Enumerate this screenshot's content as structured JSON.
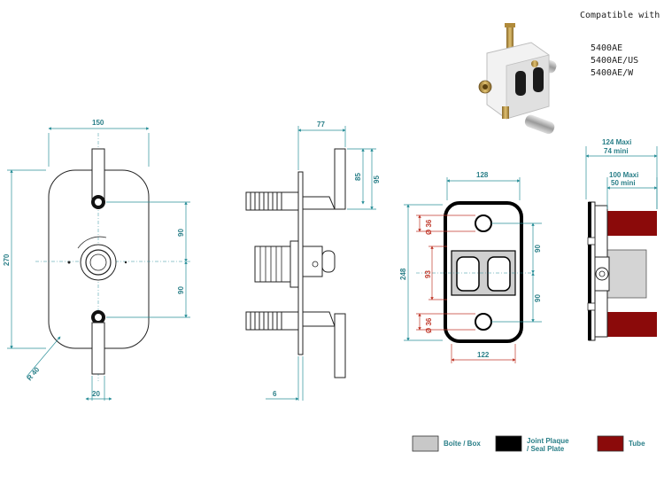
{
  "compatibility": {
    "heading": "Compatible with",
    "models": [
      "5400AE",
      "5400AE/US",
      "5400AE/W"
    ]
  },
  "front_view": {
    "width": "150",
    "height": "270",
    "upper_offset": "90",
    "lower_offset": "90",
    "radius": "R 40",
    "lever_width": "20"
  },
  "side_view": {
    "depth": "77",
    "lever_height_a": "85",
    "lever_height_b": "95",
    "plate_thickness": "6"
  },
  "plate_view": {
    "width_top": "128",
    "width_bottom": "122",
    "height": "248",
    "hole_top": "Ø 36",
    "hole_bottom": "Ø 36",
    "center_spacing": "93",
    "upper_offset": "90",
    "lower_offset": "90"
  },
  "box_view": {
    "outer_depth_max": "124 Maxi",
    "outer_depth_min": "74 mini",
    "inner_depth_max": "100 Maxi",
    "inner_depth_min": "50 mini"
  },
  "legend": [
    {
      "label_line1": "Boîte / Box",
      "label_line2": "",
      "color": "#c8c8c8"
    },
    {
      "label_line1": "Joint Plaque",
      "label_line2": "/ Seal Plate",
      "color": "#000000"
    },
    {
      "label_line1": "Tube",
      "label_line2": "",
      "color": "#8b0a0a"
    }
  ]
}
